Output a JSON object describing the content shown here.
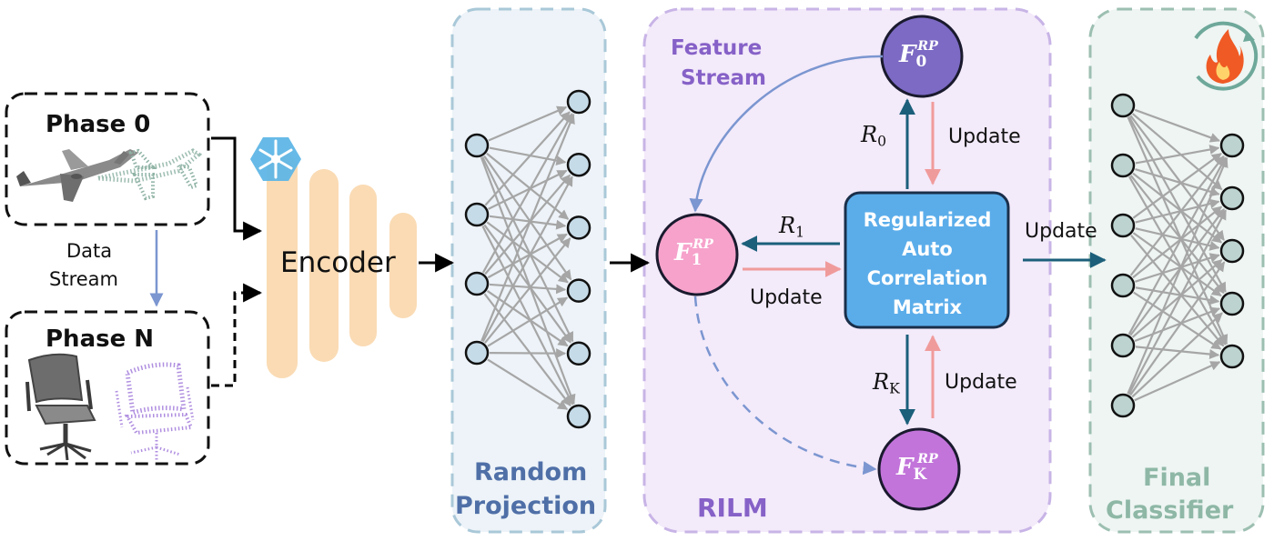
{
  "data_panel": {
    "phase0_label": "Phase 0",
    "phaseN_label": "Phase N",
    "data_stream_line1": "Data",
    "data_stream_line2": "Stream"
  },
  "encoder": {
    "label": "Encoder",
    "status_icon": "snowflake-icon"
  },
  "random_projection": {
    "title_line1": "Random",
    "title_line2": "Projection",
    "input_nodes": 4,
    "output_nodes": 6
  },
  "rilm": {
    "title": "RILM",
    "feature_stream_line1": "Feature",
    "feature_stream_line2": "Stream",
    "matrix_line1": "Regularized",
    "matrix_line2": "Auto",
    "matrix_line3": "Correlation",
    "matrix_line4": "Matrix",
    "f0": {
      "base": "F",
      "sub": "0",
      "sup": "RP"
    },
    "f1": {
      "base": "F",
      "sub": "1",
      "sup": "RP"
    },
    "fk": {
      "base": "F",
      "sub": "K",
      "sup": "RP"
    },
    "r0": {
      "base": "R",
      "sub": "0"
    },
    "r1": {
      "base": "R",
      "sub": "1"
    },
    "rk": {
      "base": "R",
      "sub": "K"
    },
    "update_top": "Update",
    "update_left": "Update",
    "update_bottom": "Update"
  },
  "classifier": {
    "update_label": "Update",
    "title_line1": "Final",
    "title_line2": "Classifier",
    "status_icon": "flame-icon",
    "input_nodes": 6,
    "output_nodes": 5
  },
  "colors": {
    "node_fill": "#c6dbe8",
    "classifier_node_fill": "#bcd3cf",
    "encoder_bar": "#fadbb4",
    "projection_panel_bg": "#edf3f8",
    "projection_border": "#a9c8d8",
    "rilm_panel_bg": "#f3eafa",
    "rilm_border": "#c8b4e6",
    "classifier_panel_bg": "#eef5f2",
    "classifier_border": "#9cbfb1",
    "matrix_fill": "#5badea",
    "f0_fill": "#7c6ac4",
    "f1_fill": "#f6a2cb",
    "fk_fill": "#c274da",
    "dark_arrow": "#1b5f7a",
    "pink_arrow": "#f09b9b",
    "stream_blue": "#7b96d0",
    "edge_gray": "#a6a6a6",
    "projection_title": "#4f6fa7",
    "rilm_title": "#8661c7",
    "classifier_title": "#8eb7a6",
    "fire_orange": "#f05a24"
  }
}
